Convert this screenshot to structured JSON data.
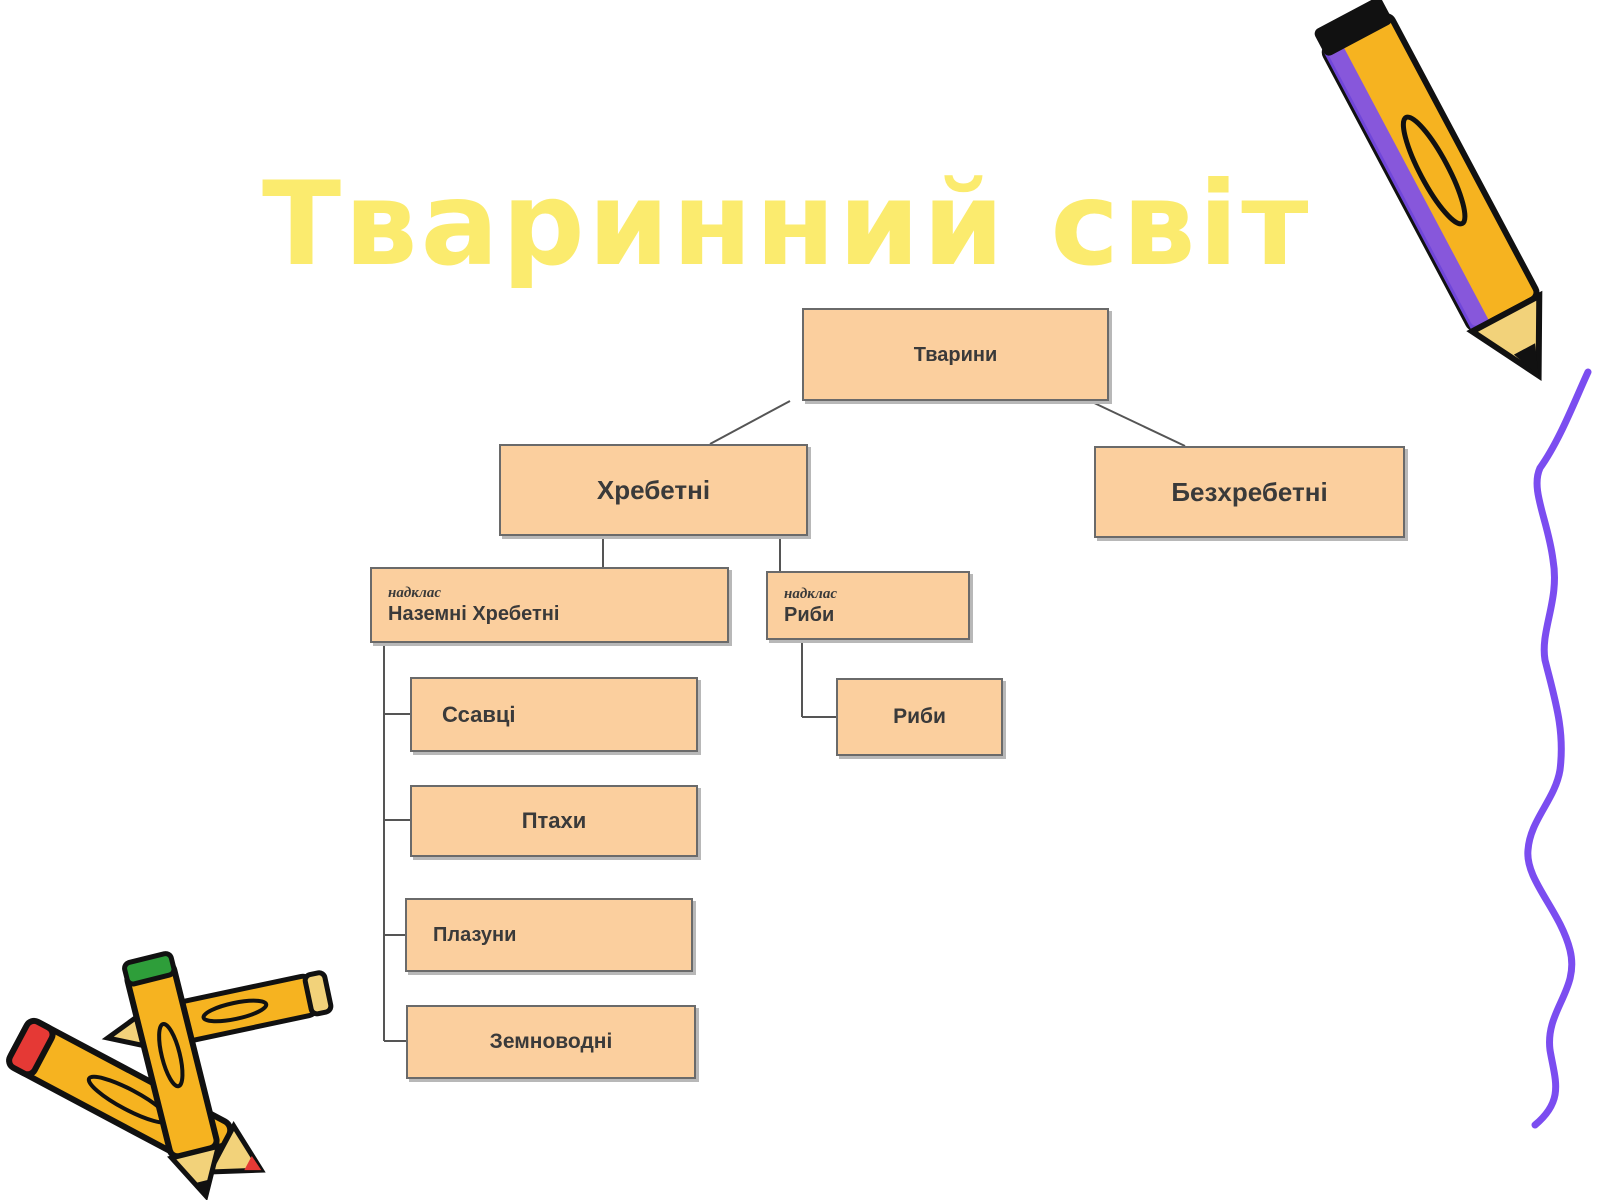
{
  "title": "Тваринний світ",
  "colors": {
    "title": "#fbeb6e",
    "box_fill": "#fbcf9e",
    "box_border": "#6a6a6a",
    "pencil_body": "#f6b320",
    "pencil_accent": "#7b4df0"
  },
  "diagram": {
    "root": {
      "label": "Тварини"
    },
    "level1": [
      {
        "label": "Хребетні"
      },
      {
        "label": "Безхребетні"
      }
    ],
    "level2": [
      {
        "small": "надклас",
        "label": "Наземні Хребетні"
      },
      {
        "small": "надклас",
        "label": "Риби"
      }
    ],
    "terrestrial_classes": [
      {
        "label": "Ссавці"
      },
      {
        "label": "Птахи"
      },
      {
        "label": "Плазуни"
      },
      {
        "label": "Земноводні"
      }
    ],
    "fish_classes": [
      {
        "label": "Риби"
      }
    ]
  },
  "decorations": {
    "top_right": "pencil-icon",
    "bottom_left": "crossed-pencils-icon",
    "right_edge": "squiggle-line"
  }
}
